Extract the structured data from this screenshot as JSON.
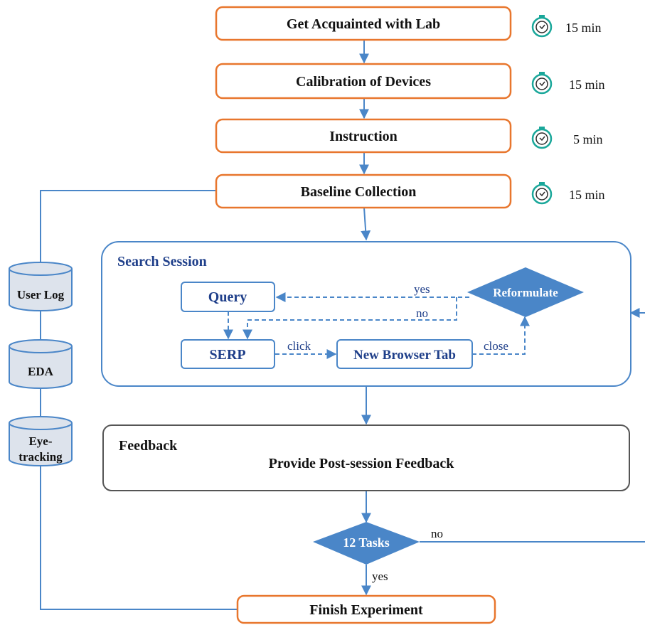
{
  "steps": [
    {
      "label": "Get Acquainted with Lab",
      "time": "15 min"
    },
    {
      "label": "Calibration of Devices",
      "time": "15 min"
    },
    {
      "label": "Instruction",
      "time": "5 min"
    },
    {
      "label": "Baseline Collection",
      "time": "15 min"
    }
  ],
  "search_session": {
    "title": "Search Session",
    "query": "Query",
    "serp": "SERP",
    "new_tab": "New Browser Tab",
    "reformulate": "Reformulate",
    "edge_yes": "yes",
    "edge_no": "no",
    "edge_click": "click",
    "edge_close": "close"
  },
  "feedback": {
    "title": "Feedback",
    "text": "Provide Post-session Feedback"
  },
  "decision": {
    "label": "12 Tasks",
    "no": "no",
    "yes": "yes"
  },
  "finish": "Finish Experiment",
  "data_stores": {
    "user_log": "User Log",
    "eda": "EDA",
    "eye_line1": "Eye-",
    "eye_line2": "tracking"
  },
  "colors": {
    "orange": "#e8762d",
    "blue": "#4a86c8",
    "dark_blue": "#1f3f8a",
    "teal": "#1aa79a",
    "cylinder_fill": "#dde3ec"
  }
}
